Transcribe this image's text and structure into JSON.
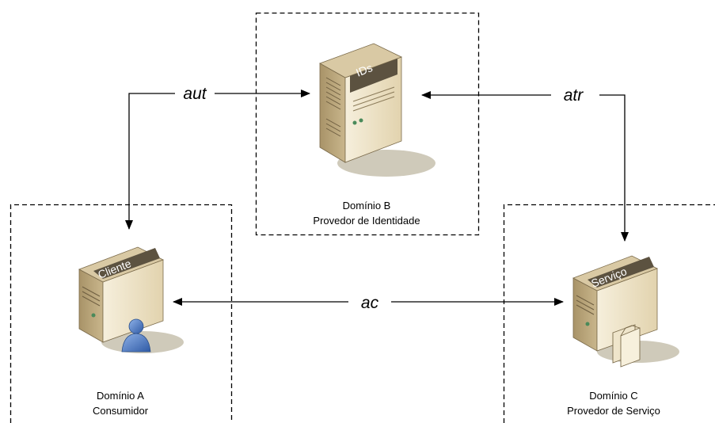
{
  "domains": {
    "a": {
      "name": "Domínio A",
      "role": "Consumidor"
    },
    "b": {
      "name": "Domínio B",
      "role": "Provedor de Identidade"
    },
    "c": {
      "name": "Domínio C",
      "role": "Provedor de Serviço"
    }
  },
  "servers": {
    "client": {
      "label": "Cliente",
      "icon": "user-icon"
    },
    "idp": {
      "label": "IDs",
      "icon": "tower-server-icon"
    },
    "service": {
      "label": "Serviço",
      "icon": "folder-icon"
    }
  },
  "arrows": {
    "aut": "aut",
    "atr": "atr",
    "ac": "ac"
  },
  "colors": {
    "server_face": "#ede2c8",
    "server_side": "#b8a47c",
    "server_top": "#d9c9a4",
    "shadow": "#cfcaba",
    "user": "#4b79c4",
    "folder": "#efe5cb"
  }
}
